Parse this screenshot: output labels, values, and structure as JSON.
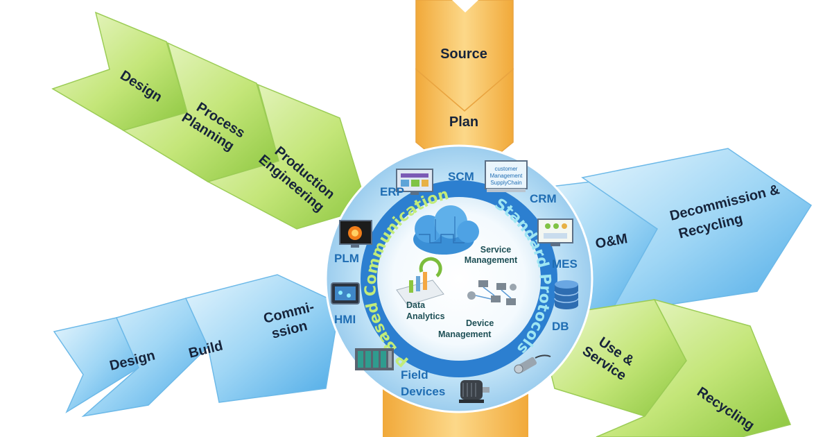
{
  "colors": {
    "green_fill": "#b7df5d",
    "blue_fill": "#7fc6f0",
    "orange_fill": "#f7c463",
    "ring": "#a9d7f2",
    "inner_ring": "#2c7fd0",
    "arc_text_left": "#c2ec7a",
    "arc_text_right": "#9fe6f3"
  },
  "product_lifecycle": [
    "Design",
    "Process Planning",
    "Production Engineering"
  ],
  "production_lifecycle": [
    "Design",
    "Build",
    "Commi-ssion"
  ],
  "supply_chain": [
    "Source",
    "Plan"
  ],
  "operations": [
    "O&M",
    "Decommission & Recycling"
  ],
  "service": [
    "Use & Service",
    "Recycling"
  ],
  "ring_labels": {
    "erp": "ERP",
    "scm": "SCM",
    "crm": "CRM",
    "plm": "PLM",
    "mes": "MES",
    "hmi": "HMI",
    "db": "DB",
    "field_devices": "Field Devices"
  },
  "arc_text": {
    "left": "IP Based Communication",
    "right": "Standard Protocols"
  },
  "core_labels": {
    "service": "Service Management",
    "analytics": "Data Analytics",
    "device": "Device Management"
  },
  "icons": {
    "erp": "erp-screen-icon",
    "scm": "scm-screen-icon",
    "crm": "crm-screen-icon",
    "plm": "plm-screen-icon",
    "mes": "mes-screen-icon",
    "hmi": "hmi-panel-icon",
    "db": "database-icon",
    "field": "plc-rack-icon",
    "motor": "motor-icon",
    "sensor": "sensor-icon",
    "cloud": "cloud-puzzle-icon",
    "analytics": "analytics-icon",
    "network": "network-devices-icon"
  }
}
